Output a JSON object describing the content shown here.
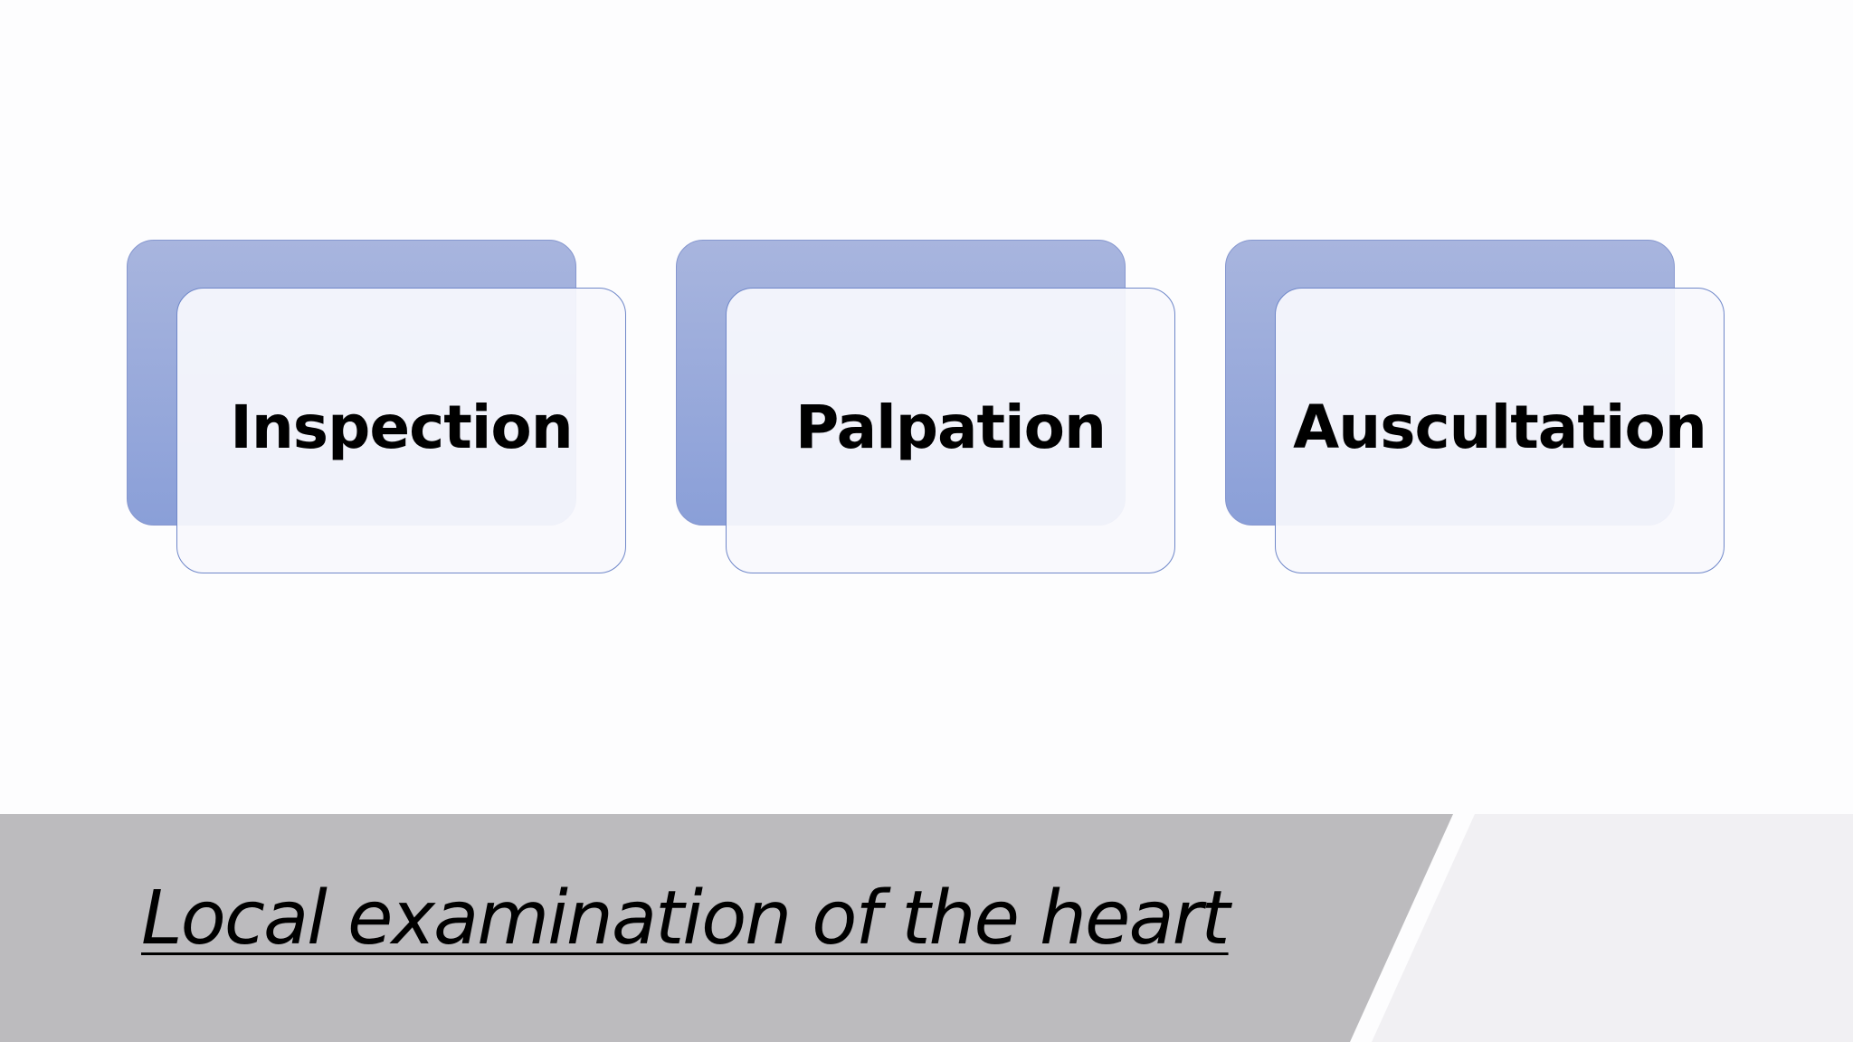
{
  "diagram": {
    "items": [
      {
        "label": "Inspection"
      },
      {
        "label": "Palpation"
      },
      {
        "label": "Auscultation"
      }
    ]
  },
  "footer": {
    "title": "Local examination of the heart"
  },
  "colors": {
    "card_back": "#95a6da",
    "card_border": "#6f87c9",
    "footer_band": "#bcbbbe",
    "footer_light": "#f1f0f3"
  }
}
